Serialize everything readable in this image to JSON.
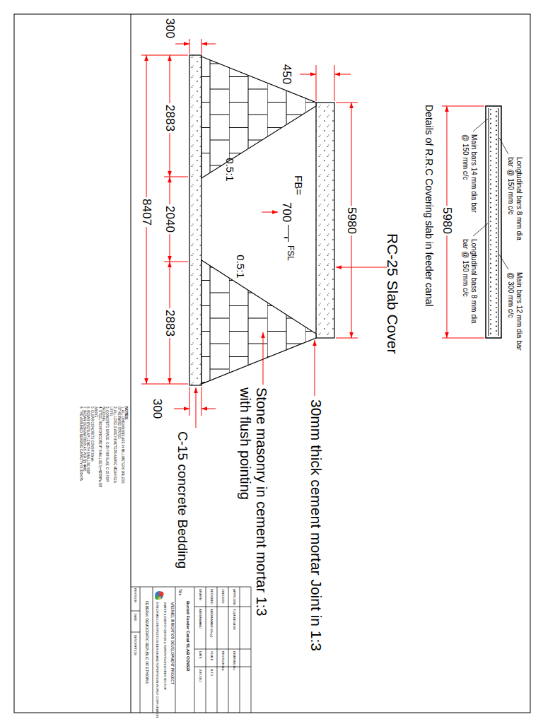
{
  "diagram": {
    "labels": [
      "300",
      "450",
      "2883",
      "2040",
      "2883",
      "8407",
      "5980",
      "FB=",
      "700",
      "FSL",
      "0.5:1",
      "0.5:1",
      "300",
      "RC-25 Slab Cover",
      "30mm thick cement mortar Joint in 1:3",
      "Stone masonry in cement mortar 1:3 with flush pointing",
      "C-15 concrete Bedding",
      "Longtudinal bars 8 mm dia bar @ 150 mm c/c",
      "Main bars 14 mm dia bar @ 150 mm c/c",
      "Longtudinal bass 8 mm dia bar @ 150 mm c/c",
      "Main bars 12 mm dia bar @ 300 mm c/c",
      "5980",
      "Details of R.R.C Covering slab in feeder canal",
      "NOTES:",
      "1. ALL DIMENSIONS ARE IN MILLIMETERS UNLESS OTHERWISE STATED",
      "2. ALL LEVELS ARE IN METERS ABOVE MEAN SEA LEVEL",
      "3. CONCRETE GRADE: C-25 FOR SLAB, C-15 FOR BEDDING",
      "4. STEEL REINFORCEMENT SHALL BE fy=420MPa OR ABOVE",
      "5. CLEAR CONCRETE COVER 30mm",
      "6. REBAR OVERLAP LENGTH SHALL BE 50Ø",
      "7. REBAR DESIGNATIONS AS PER BS 4466",
      "8. THE ASSUMED BEARING CAPACITY IS 300KPA",
      "REVISION",
      "DATE",
      "DESCRIPTION",
      "FEDERAL DEMOCRATIC REPUBLIC OF ETHIOPIA",
      "ETHIOPIAN CONSTRUCTION DESIGN AND SUPERVISION WORKS CORPORATION",
      "WATER & ENERGY DESIGN & SUPERVISION WORKS SECTOR",
      "WEIJMEL IRRIGATION DEVELOPMENT PROJECT",
      "Title",
      "Buried Feeder Canal SLAB COVER",
      "DRAWN",
      "ABEBA MAMO",
      "DATE",
      "JUN 2022",
      "DESIGNED",
      "ABEBA MAMO (Eng.)",
      "SCALE",
      "N.T.S",
      "CHECKED",
      "REVISION No.",
      "1",
      "APPROVED",
      "TOLA NEGASH",
      "DRAWING No."
    ]
  }
}
